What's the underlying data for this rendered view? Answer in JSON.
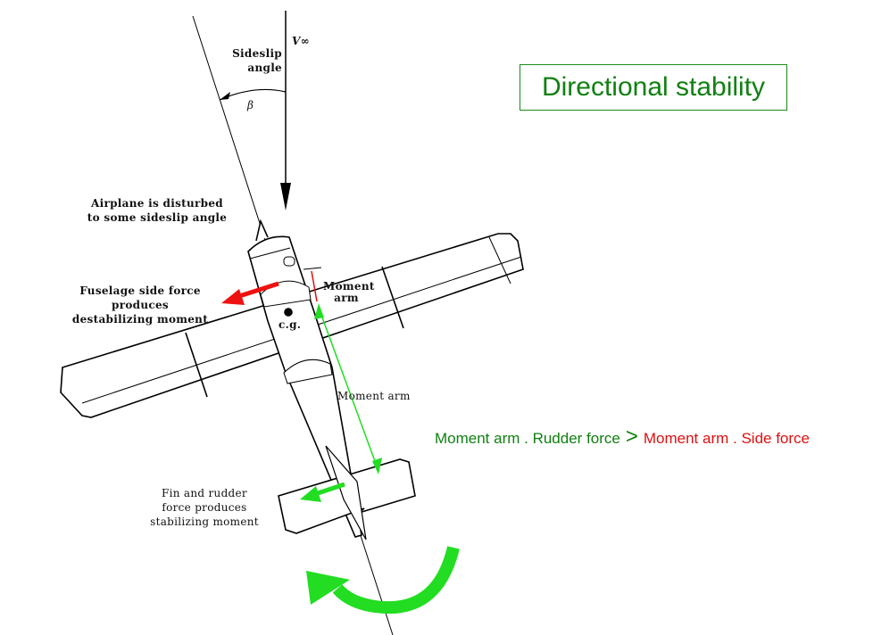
{
  "title": "Directional stability",
  "labels": {
    "v_inf": "V∞",
    "sideslip_angle": "Sideslip angle",
    "beta": "β",
    "disturbed": "Airplane is disturbed to some sideslip angle",
    "fuselage_force": "Fuselage side force produces destabilizing moment",
    "moment_arm_short": "Moment arm",
    "cg": "c.g.",
    "moment_arm_long": "Moment arm",
    "fin_force": "Fin and rudder force produces stabilizing moment"
  },
  "equation": {
    "left": "Moment arm . Rudder force",
    "operator": ">",
    "right": "Moment arm . Side force"
  },
  "colors": {
    "stabilizing": "#22dd22",
    "destabilizing": "#ee1111",
    "title": "#108010"
  }
}
